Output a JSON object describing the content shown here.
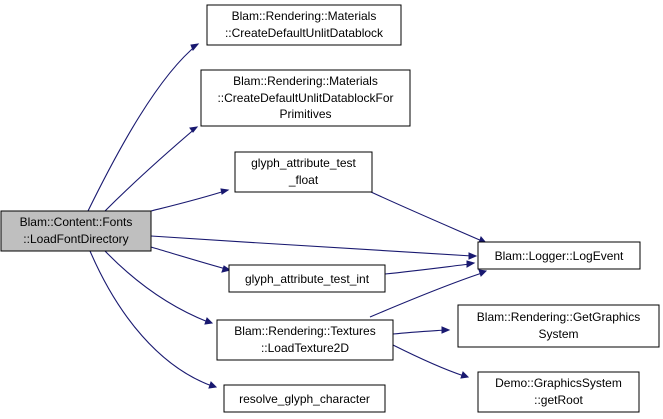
{
  "diagram": {
    "colors": {
      "edge": "#191970",
      "root_fill": "#bfbfbf",
      "node_fill": "#ffffff",
      "border": "#000000"
    },
    "nodes": [
      {
        "id": "load_font_directory",
        "lines": [
          "Blam::Content::Fonts",
          "::LoadFontDirectory"
        ]
      },
      {
        "id": "create_default_unlit_datablock",
        "lines": [
          "Blam::Rendering::Materials",
          "::CreateDefaultUnlitDatablock"
        ]
      },
      {
        "id": "create_default_unlit_datablock_for_primitives",
        "lines": [
          "Blam::Rendering::Materials",
          "::CreateDefaultUnlitDatablockFor",
          "Primitives"
        ]
      },
      {
        "id": "glyph_attribute_test_float",
        "lines": [
          "glyph_attribute_test",
          "_float"
        ]
      },
      {
        "id": "glyph_attribute_test_int",
        "lines": [
          "glyph_attribute_test_int"
        ]
      },
      {
        "id": "load_texture_2d",
        "lines": [
          "Blam::Rendering::Textures",
          "::LoadTexture2D"
        ]
      },
      {
        "id": "resolve_glyph_character",
        "lines": [
          "resolve_glyph_character"
        ]
      },
      {
        "id": "log_event",
        "lines": [
          "Blam::Logger::LogEvent"
        ]
      },
      {
        "id": "get_graphics_system",
        "lines": [
          "Blam::Rendering::GetGraphics",
          "System"
        ]
      },
      {
        "id": "get_root",
        "lines": [
          "Demo::GraphicsSystem",
          "::getRoot"
        ]
      }
    ],
    "edges": [
      {
        "from": "load_font_directory",
        "to": "create_default_unlit_datablock"
      },
      {
        "from": "load_font_directory",
        "to": "create_default_unlit_datablock_for_primitives"
      },
      {
        "from": "load_font_directory",
        "to": "glyph_attribute_test_float"
      },
      {
        "from": "load_font_directory",
        "to": "log_event"
      },
      {
        "from": "load_font_directory",
        "to": "glyph_attribute_test_int"
      },
      {
        "from": "load_font_directory",
        "to": "load_texture_2d"
      },
      {
        "from": "load_font_directory",
        "to": "resolve_glyph_character"
      },
      {
        "from": "glyph_attribute_test_float",
        "to": "log_event"
      },
      {
        "from": "glyph_attribute_test_int",
        "to": "log_event"
      },
      {
        "from": "load_texture_2d",
        "to": "log_event"
      },
      {
        "from": "load_texture_2d",
        "to": "get_graphics_system"
      },
      {
        "from": "load_texture_2d",
        "to": "get_root"
      }
    ]
  }
}
